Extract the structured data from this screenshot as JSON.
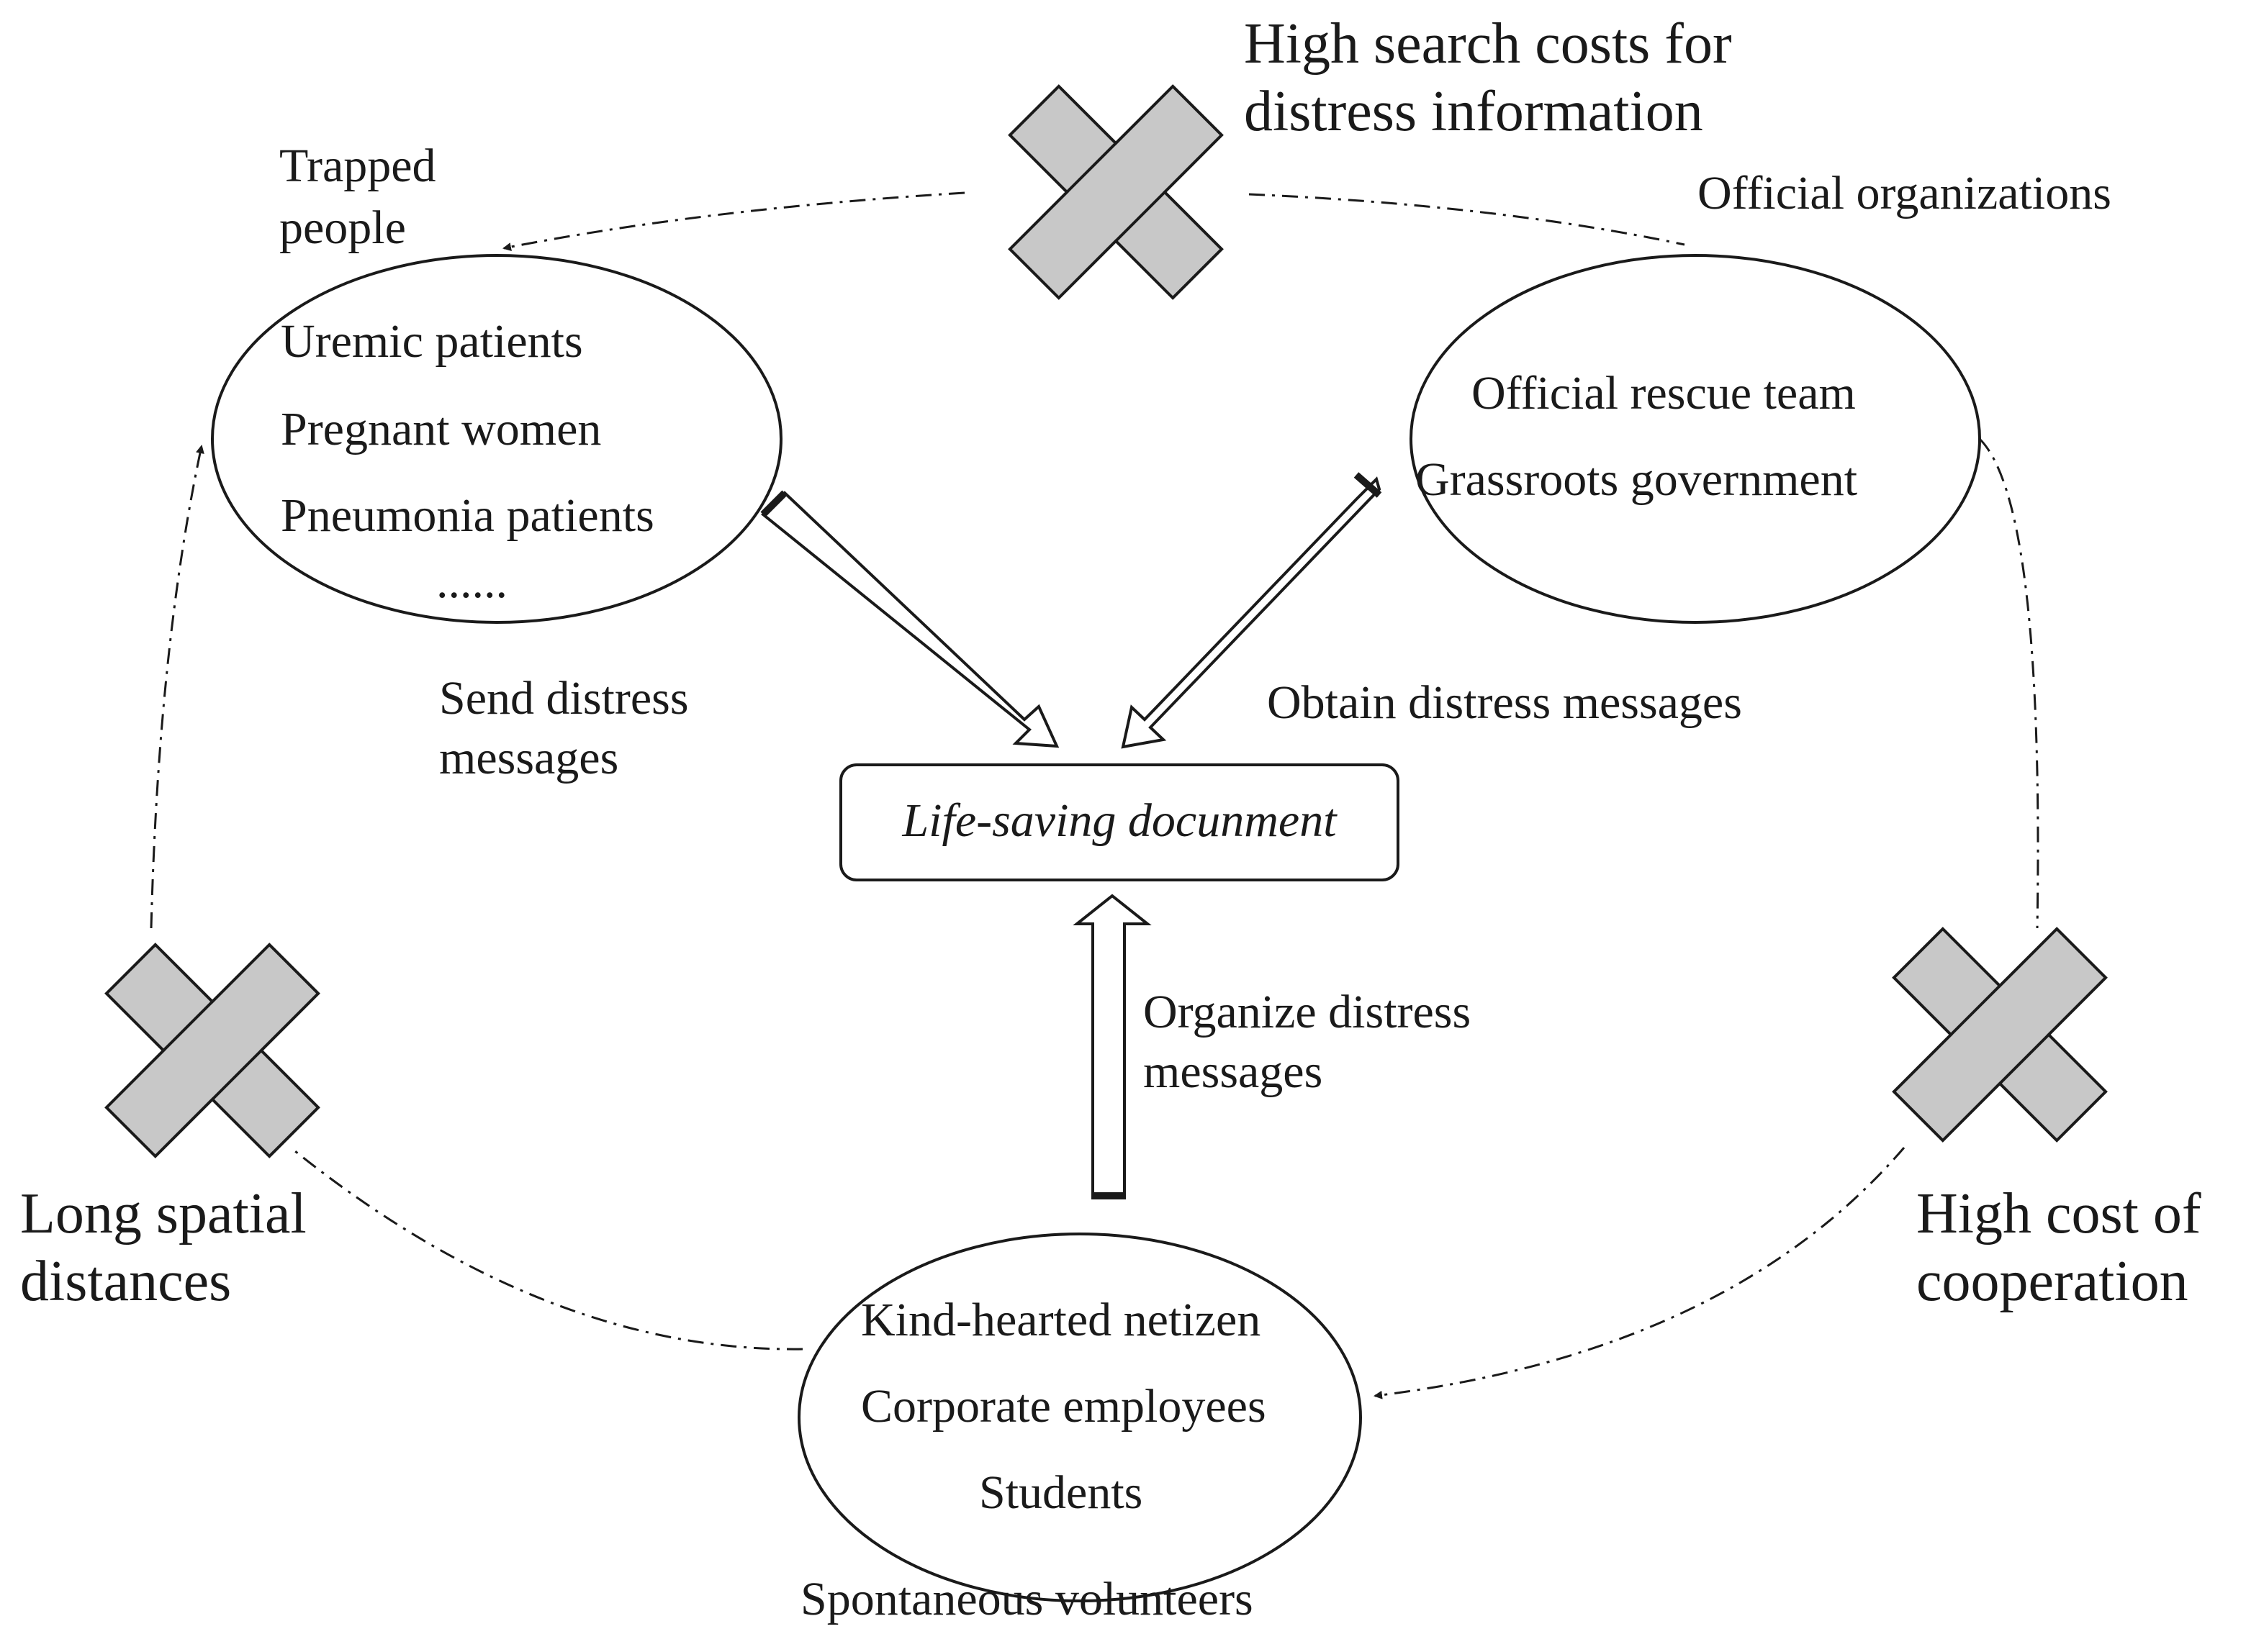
{
  "groups": {
    "trapped": {
      "label_line1": "Trapped",
      "label_line2": "people",
      "items": [
        "Uremic patients",
        "Pregnant women",
        "Pneumonia patients",
        "......"
      ]
    },
    "official": {
      "label": "Official organizations",
      "items": [
        "Official rescue team",
        "Grassroots government"
      ]
    },
    "volunteers": {
      "label": "Spontaneous volunteers",
      "items": [
        "Kind-hearted netizen",
        "Corporate employees",
        "Students"
      ]
    }
  },
  "center": {
    "label": "Life-saving docunment"
  },
  "flows": {
    "send_line1": "Send distress",
    "send_line2": "messages",
    "obtain": "Obtain distress messages",
    "organize_line1": "Organize distress",
    "organize_line2": "messages"
  },
  "barriers": {
    "search_line1": "High search costs for",
    "search_line2": "distress information",
    "distance_line1": "Long spatial",
    "distance_line2": "distances",
    "cooperation_line1": "High cost of",
    "cooperation_line2": "cooperation"
  },
  "colors": {
    "barrier_fill": "#c8c8c8",
    "stroke": "#1a1a1a"
  }
}
